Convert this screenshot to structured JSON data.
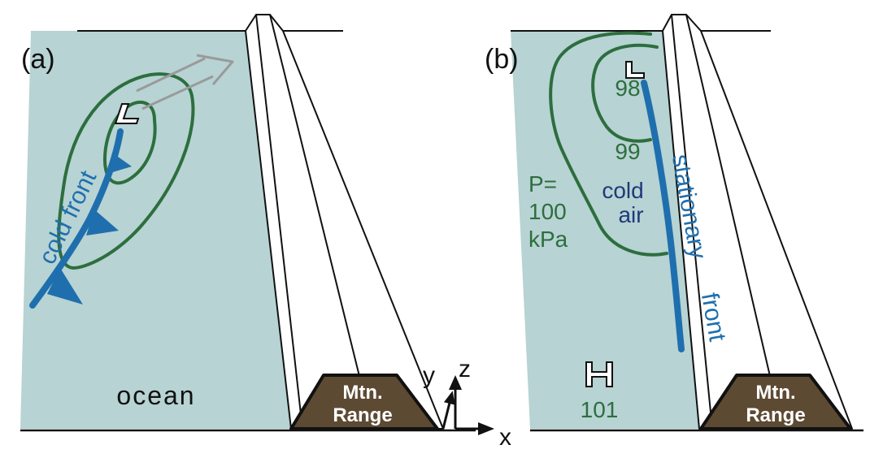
{
  "panels": {
    "a": {
      "label": "(a)",
      "front_label": "cold front",
      "surface_label": "ocean",
      "mountain_label_1": "Mtn.",
      "mountain_label_2": "Range"
    },
    "b": {
      "label": "(b)",
      "low_value": "98",
      "isobar_99": "99",
      "isobar_p": "P=",
      "isobar_100": "100",
      "isobar_unit": "kPa",
      "cold_air_1": "cold",
      "cold_air_2": "air",
      "front_label_1": "stationary",
      "front_label_2": "front",
      "high_value": "101",
      "mountain_label_1": "Mtn.",
      "mountain_label_2": "Range"
    }
  },
  "axes": {
    "x": "x",
    "y": "y",
    "z": "z"
  },
  "colors": {
    "ocean": "#b7d3d3",
    "isobar": "#2d6e3e",
    "front": "#1f6fae",
    "cold_air_text": "#1f3a7a",
    "mountain_base": "#5d4a33",
    "arrow": "#9a9a9a"
  },
  "icons": {
    "low_pressure": "L-outline-icon",
    "high_pressure": "H-outline-icon"
  }
}
